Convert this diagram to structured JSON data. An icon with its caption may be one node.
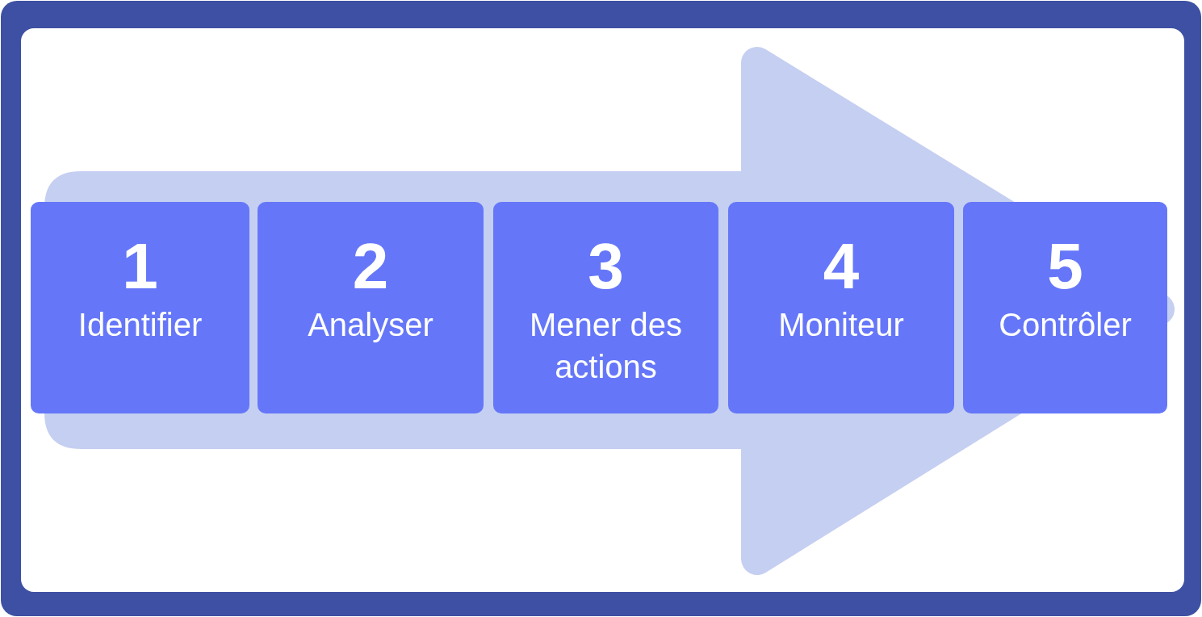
{
  "diagram": {
    "nodes": [
      {
        "text": [
          "1",
          "Identifier"
        ]
      },
      {
        "text": [
          "2",
          "Analyser"
        ]
      },
      {
        "text": [
          "3",
          "Mener des actions"
        ]
      },
      {
        "text": [
          "4",
          "Moniteur"
        ]
      },
      {
        "text": [
          "5",
          "Contrôler"
        ]
      }
    ]
  }
}
